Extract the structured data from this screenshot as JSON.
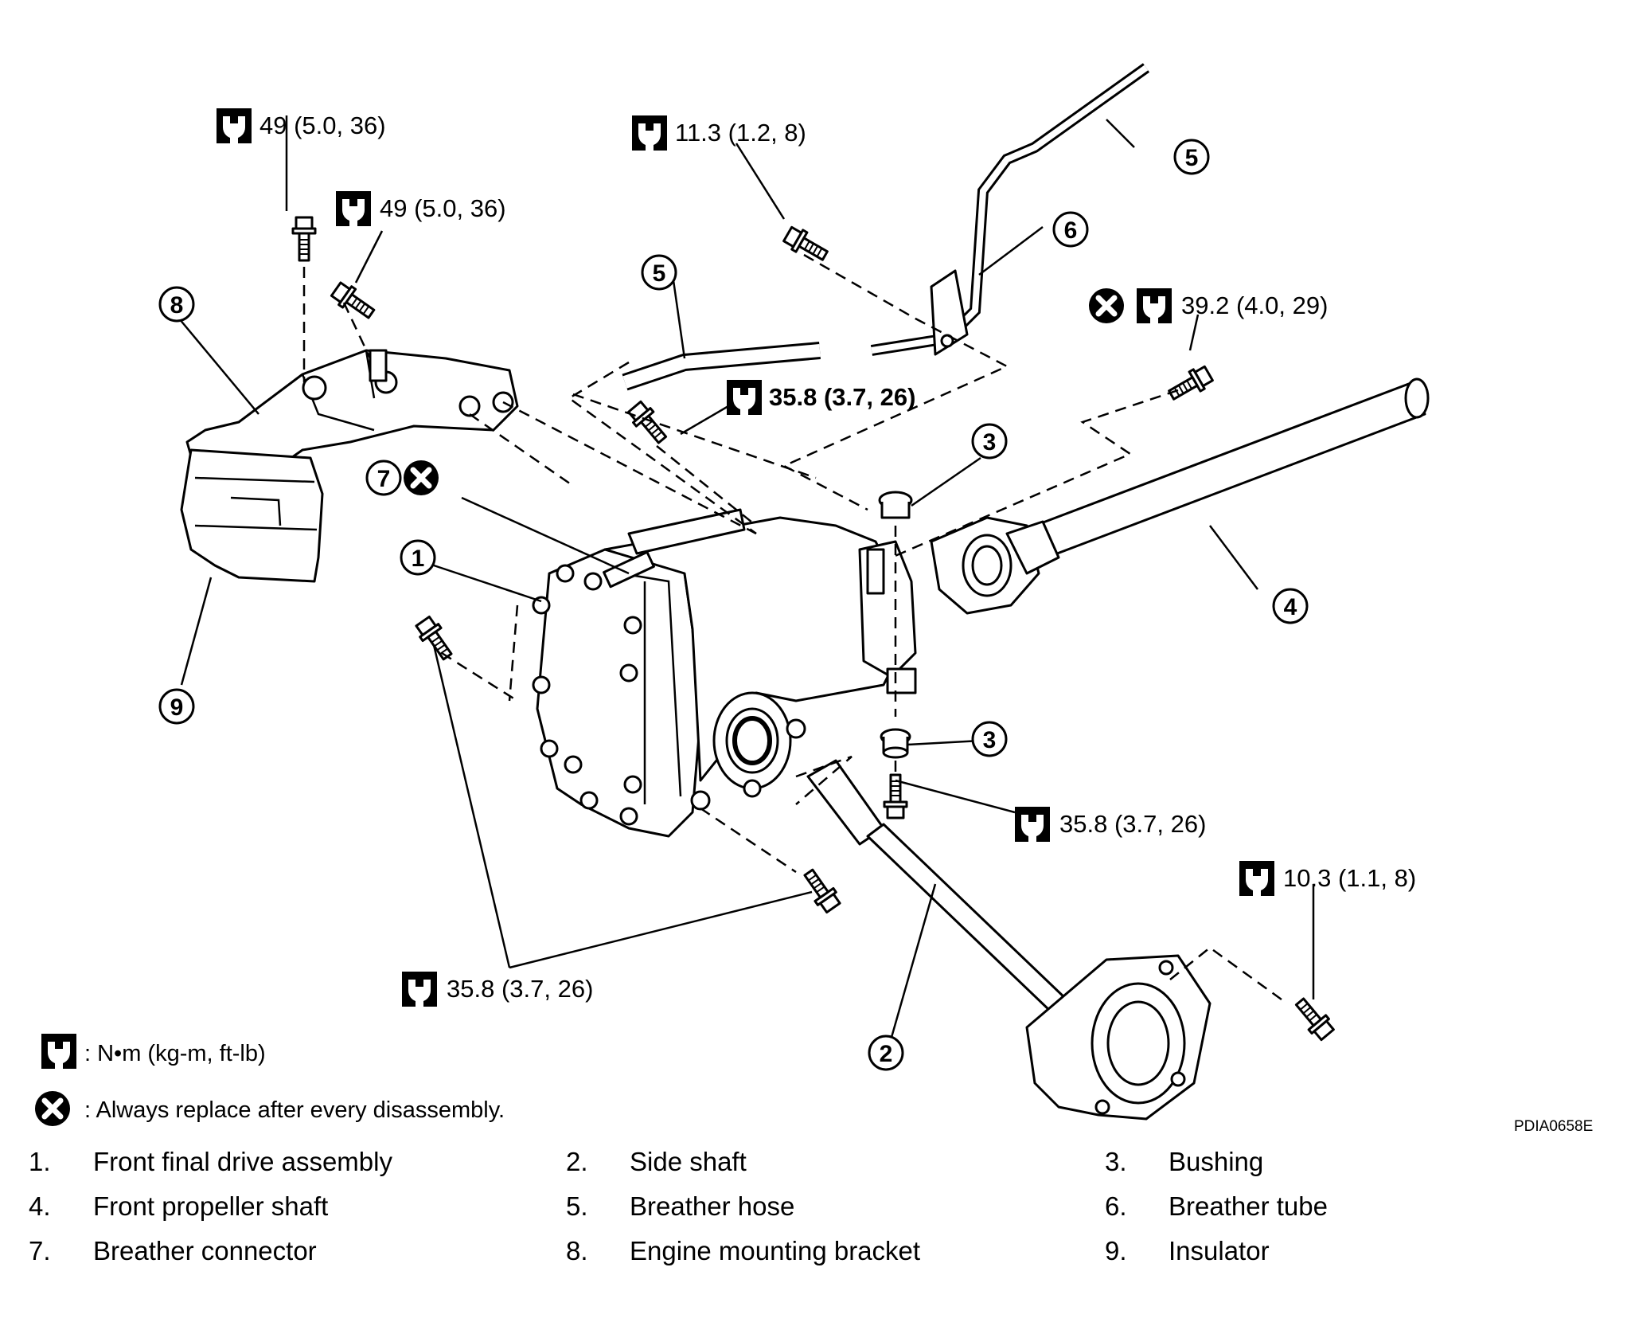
{
  "callouts": {
    "t1": "49 (5.0, 36)",
    "t2": "49 (5.0, 36)",
    "t3": "11.3 (1.2, 8)",
    "t4": "39.2 (4.0, 29)",
    "t5": "35.8 (3.7, 26)",
    "t6": "35.8 (3.7, 26)",
    "t7": "10.3 (1.1, 8)",
    "t8": "35.8 (3.7, 26)"
  },
  "markers": [
    "1",
    "2",
    "3",
    "4",
    "5",
    "6",
    "7",
    "8",
    "9"
  ],
  "legend": {
    "torque": ": N•m (kg-m, ft-lb)",
    "replace": ": Always replace after every disassembly."
  },
  "figure_code": "PDIA0658E",
  "parts": [
    {
      "num": "1.",
      "name": "Front final drive assembly"
    },
    {
      "num": "2.",
      "name": "Side shaft"
    },
    {
      "num": "3.",
      "name": "Bushing"
    },
    {
      "num": "4.",
      "name": "Front propeller shaft"
    },
    {
      "num": "5.",
      "name": "Breather hose"
    },
    {
      "num": "6.",
      "name": "Breather tube"
    },
    {
      "num": "7.",
      "name": "Breather connector"
    },
    {
      "num": "8.",
      "name": "Engine mounting bracket"
    },
    {
      "num": "9.",
      "name": "Insulator"
    }
  ],
  "icons": [
    "torque-wrench-icon",
    "replace-x-icon"
  ]
}
